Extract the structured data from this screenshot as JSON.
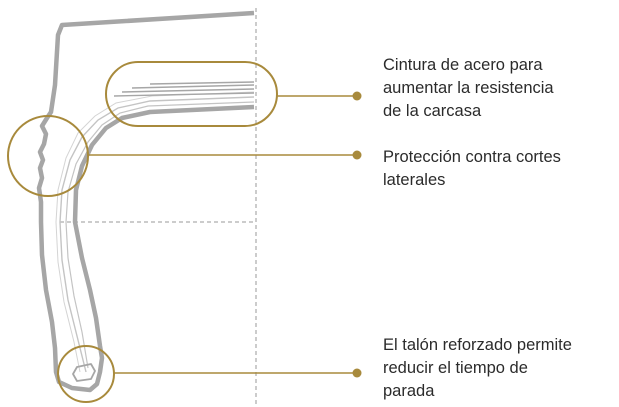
{
  "colors": {
    "accent": "#a88a3c",
    "tire_outline": "#a6a6a6",
    "tire_inner": "#c4c4c4",
    "guide_lines": "#9a9a9a",
    "text": "#2b2b2b"
  },
  "callouts": [
    {
      "id": "steel-belt",
      "lines": [
        "Cintura de acero para",
        "aumentar la resistencia",
        "de la carcasa"
      ]
    },
    {
      "id": "cut-protection",
      "lines": [
        "Protección contra cortes",
        "laterales"
      ]
    },
    {
      "id": "reinforced-bead",
      "lines": [
        "El talón reforzado permite",
        "reducir el tiempo de",
        "parada"
      ]
    }
  ]
}
